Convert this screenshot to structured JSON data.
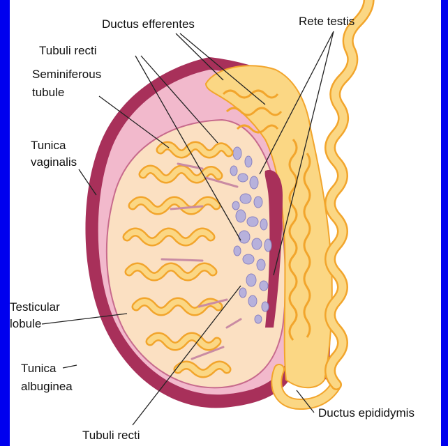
{
  "labels": {
    "ductus_efferentes": "Ductus efferentes",
    "rete_testis": "Rete testis",
    "tubuli_recti_top": "Tubuli recti",
    "seminiferous_tubule_line1": "Seminiferous",
    "seminiferous_tubule_line2": "tubule",
    "tunica_vaginalis_line1": "Tunica",
    "tunica_vaginalis_line2": "vaginalis",
    "testicular_lobule_line1": "Testicular",
    "testicular_lobule_line2": "lobule",
    "tunica_albuginea_line1": "Tunica",
    "tunica_albuginea_line2": "albuginea",
    "ductus_epididymis": "Ductus epididymis",
    "tubuli_recti_bottom": "Tubuli recti"
  },
  "colors": {
    "frame_background": "#0000ee",
    "panel_background": "#ffffff",
    "tunica_vaginalis": "#a8305a",
    "inner_layer": "#f2b9cc",
    "testis_fill": "#fbe0c2",
    "tubule_fill": "#fbd784",
    "tubule_outline": "#f2a52c",
    "rete_channels": "#b7b1dc",
    "septa": "#c98ba3",
    "leader_lines": "#222222"
  }
}
